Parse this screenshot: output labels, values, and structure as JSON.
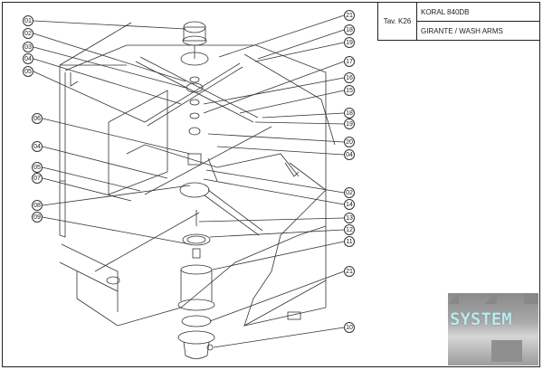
{
  "title_block": {
    "table_ref": "Tav. K26",
    "model": "KORAL 840DB",
    "description": "GIRANTE / WASH ARMS"
  },
  "callouts_left": [
    {
      "id": "01"
    },
    {
      "id": "02"
    },
    {
      "id": "03"
    },
    {
      "id": "04"
    },
    {
      "id": "05"
    },
    {
      "id": "06"
    },
    {
      "id": "04"
    },
    {
      "id": "05"
    },
    {
      "id": "07"
    },
    {
      "id": "08"
    },
    {
      "id": "09"
    }
  ],
  "callouts_right": [
    {
      "id": "21"
    },
    {
      "id": "18"
    },
    {
      "id": "19"
    },
    {
      "id": "17"
    },
    {
      "id": "16"
    },
    {
      "id": "15"
    },
    {
      "id": "18"
    },
    {
      "id": "19"
    },
    {
      "id": "20"
    },
    {
      "id": "04"
    },
    {
      "id": "02"
    },
    {
      "id": "14"
    },
    {
      "id": "13"
    },
    {
      "id": "12"
    },
    {
      "id": "11"
    },
    {
      "id": "21"
    },
    {
      "id": "10"
    }
  ],
  "logo": {
    "text": "SYSTEM"
  }
}
